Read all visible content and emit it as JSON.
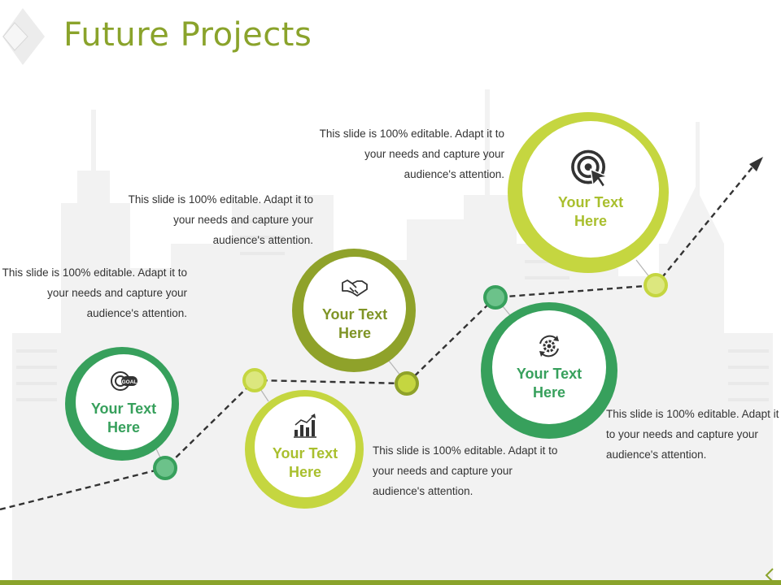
{
  "title": "Future Projects",
  "colors": {
    "title": "#8aa32b",
    "dark_green": "#37a05c",
    "olive": "#8fa22a",
    "lime": "#c5d640",
    "line": "#333333"
  },
  "steps": [
    {
      "label": "Your Text\nHere",
      "icon": "goal-icon",
      "description": "This slide is 100% editable. Adapt it to your needs and capture your audience's attention."
    },
    {
      "label": "Your Text\nHere",
      "icon": "bar-chart-icon",
      "description": "This slide is 100% editable. Adapt it to your needs and capture your audience's attention."
    },
    {
      "label": "Your Text\nHere",
      "icon": "handshake-icon",
      "description": "This slide is 100% editable. Adapt it to your needs and capture your audience's attention."
    },
    {
      "label": "Your Text\nHere",
      "icon": "gear-refresh-icon",
      "description": "This slide is 100% editable. Adapt it to your needs and capture your audience's attention."
    },
    {
      "label": "Your Text\nHere",
      "icon": "target-cursor-icon",
      "description": "This slide is 100% editable. Adapt it to your needs and capture your audience's attention."
    }
  ]
}
